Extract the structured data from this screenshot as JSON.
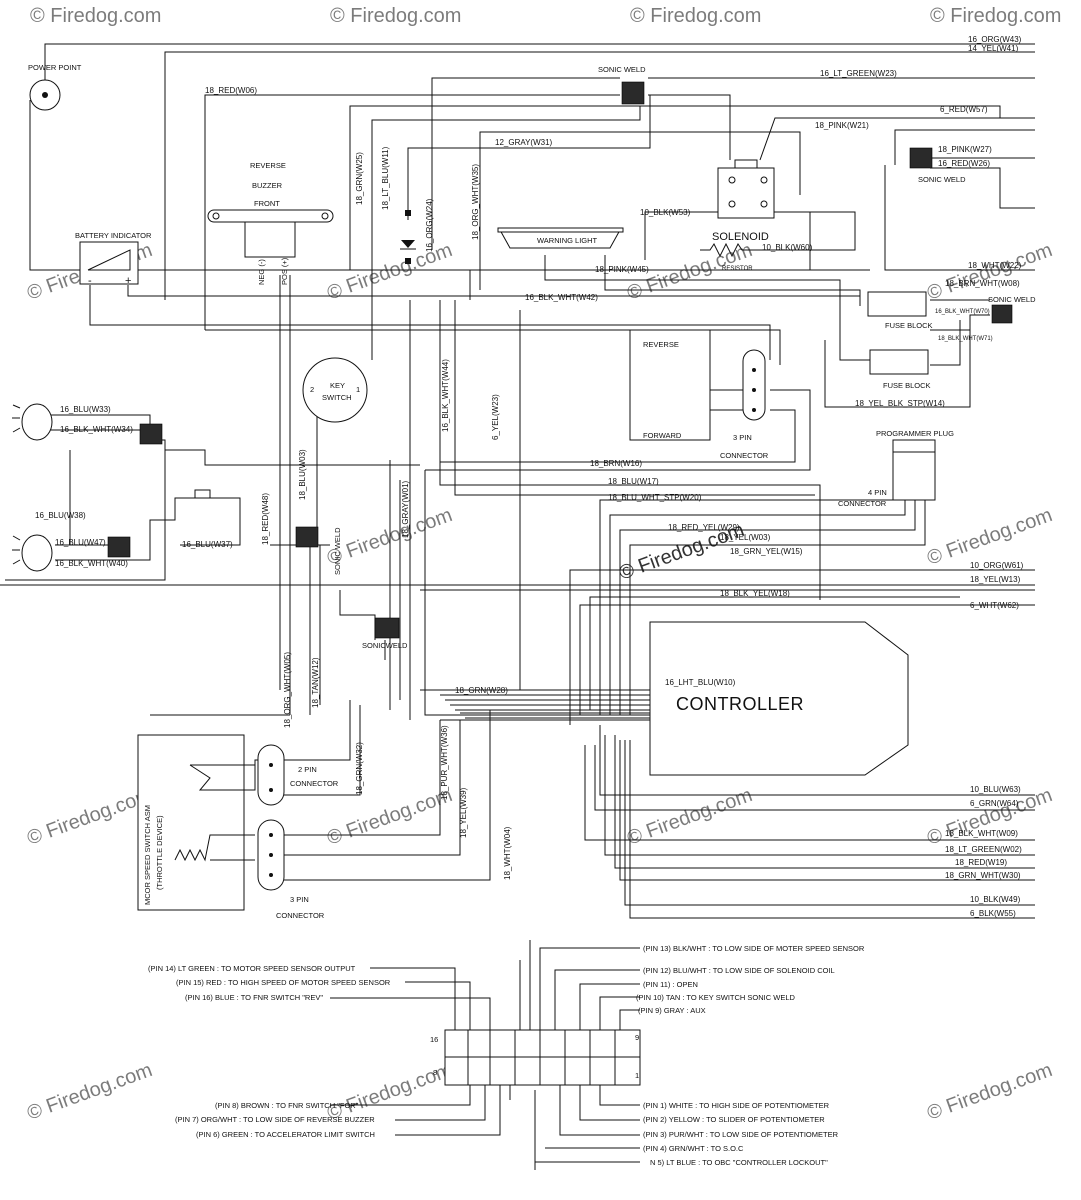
{
  "watermark": "© Firedog.com",
  "components": {
    "power_point": "POWER POINT",
    "reverse_buzzer": [
      "REVERSE",
      "BUZZER",
      "FRONT"
    ],
    "buzzer_pins": [
      "NEG (-)",
      "POS (+)"
    ],
    "battery_indicator": "BATTERY INDICATOR",
    "battery_minus": "-",
    "battery_plus": "+",
    "sonic_weld": "SONIC WELD",
    "sonic_weld_alt": "SONICWELD",
    "warning_light": "WARNING LIGHT",
    "solenoid": "SOLENOID",
    "resistor": "RESISTOR",
    "fuse_block": "FUSE BLOCK",
    "key_switch": [
      "KEY",
      "SWITCH"
    ],
    "key_switch_pins": [
      "2",
      "1"
    ],
    "reverse": "REVERSE",
    "forward": "FORWARD",
    "three_pin_connector": [
      "3 PIN",
      "CONNECTOR"
    ],
    "programmer_plug": "PROGRAMMER PLUG",
    "four_pin_connector": [
      "4 PIN",
      "CONNECTOR"
    ],
    "controller": "CONTROLLER",
    "two_pin_connector": [
      "2 PIN",
      "CONNECTOR"
    ],
    "throttle": [
      "MCOR SPEED SWITCH ASM",
      "(THROTTLE DEVICE)"
    ],
    "bottom_connector": [
      "3 PIN",
      "CONNECTOR"
    ]
  },
  "wires": {
    "w43": "16_ORG(W43)",
    "w41": "14_YEL(W41)",
    "w23": "16_LT_GREEN(W23)",
    "w06": "18_RED(W06)",
    "w57": "6_RED(W57)",
    "w21": "18_PINK(W21)",
    "w31": "12_GRAY(W31)",
    "w27": "18_PINK(W27)",
    "w26": "16_RED(W26)",
    "w53": "10_BLK(W53)",
    "w60": "10_BLK(W60)",
    "w45": "18_PINK(W45)",
    "w22": "18_WHT(W22)",
    "w08": "18_BRN_WHT(W08)",
    "w42": "16_BLK_WHT(W42)",
    "w25": "18_GRN(W25)",
    "w11": "18_LT_BLU(W11)",
    "w24": "16_ORG(W24)",
    "w35": "18_ORG_WHT(W35)",
    "w70": "16_BLK_WHT(W70)",
    "w71": "18_BLK_WHT(W71)",
    "w14": "18_YEL_BLK_STP(W14)",
    "w33": "16_BLU(W33)",
    "w34": "16_BLK_WHT(W34)",
    "w44": "16_BLK_WHT(W44)",
    "w23b": "6_YEL(W23)",
    "w16": "18_BRN(W16)",
    "w17": "18_BLU(W17)",
    "w20": "18_BLU_WHT_STP(W20)",
    "w38": "16_BLU(W38)",
    "w48": "18_RED(W48)",
    "w03": "18_BLU(W03)",
    "w01": "18_GRAY(W01)",
    "w47": "16_BLU(W47)",
    "w40": "16_BLK_WHT(W40)",
    "w37": "16_BLU(W37)",
    "w29": "18_RED_YEL(W29)",
    "w03b": "18_YEL(W03)",
    "w15": "18_GRN_YEL(W15)",
    "w61": "10_ORG(W61)",
    "w13": "18_YEL(W13)",
    "w18": "18_BLK_YEL(W18)",
    "w62": "6_WHT(W62)",
    "w05": "18_ORG_WHT(W05)",
    "w12": "18_TAN(W12)",
    "w10": "16_LHT_BLU(W10)",
    "w28": "18_GRN(W28)",
    "w32": "18_GRN(W32)",
    "w36": "18_PUR_WHT(W36)",
    "w39": "18_YEL(W39)",
    "w04": "18_WHT(W04)",
    "w63": "10_BLU(W63)",
    "w64": "6_GRN(W64)",
    "w09": "18_BLK_WHT(W09)",
    "w02": "18_LT_GREEN(W02)",
    "w19": "18_RED(W19)",
    "w30": "18_GRN_WHT(W30)",
    "w49": "10_BLK(W49)",
    "w55": "6_BLK(W55)"
  },
  "pinout": {
    "left": [
      "(PIN 14) LT GREEN   : TO MOTOR SPEED SENSOR OUTPUT",
      "(PIN 15) RED   : TO HIGH SPEED OF MOTOR SPEED SENSOR",
      "(PIN 16) BLUE   : TO FNR SWITCH \"REV\"",
      "(PIN 8) BROWN   : TO FNR SWITCH \"FOR\"",
      "(PIN 7) ORG/WHT   : TO LOW SIDE OF REVERSE BUZZER",
      "(PIN 6) GREEN   : TO ACCELERATOR LIMIT SWITCH"
    ],
    "right": [
      "(PIN 13) BLK/WHT   : TO LOW SIDE OF MOTER SPEED SENSOR",
      "(PIN 12) BLU/WHT   : TO LOW SIDE OF SOLENOID COIL",
      "(PIN 11)   : OPEN",
      "(PIN 10) TAN   : TO KEY SWITCH SONIC WELD",
      "(PIN 9) GRAY   : AUX",
      "(PIN 1) WHITE   : TO HIGH SIDE OF POTENTIOMETER",
      "(PIN 2) YELLOW   : TO SLIDER OF POTENTIOMETER",
      "(PIN 3) PUR/WHT   : TO LOW SIDE OF POTENTIOMETER",
      "(PIN 4) GRN/WHT   : TO S.O.C",
      "N 5) LT BLUE   : TO OBC \"CONTROLLER LOCKOUT\""
    ],
    "numbers": [
      "16",
      "8",
      "9",
      "1"
    ]
  }
}
